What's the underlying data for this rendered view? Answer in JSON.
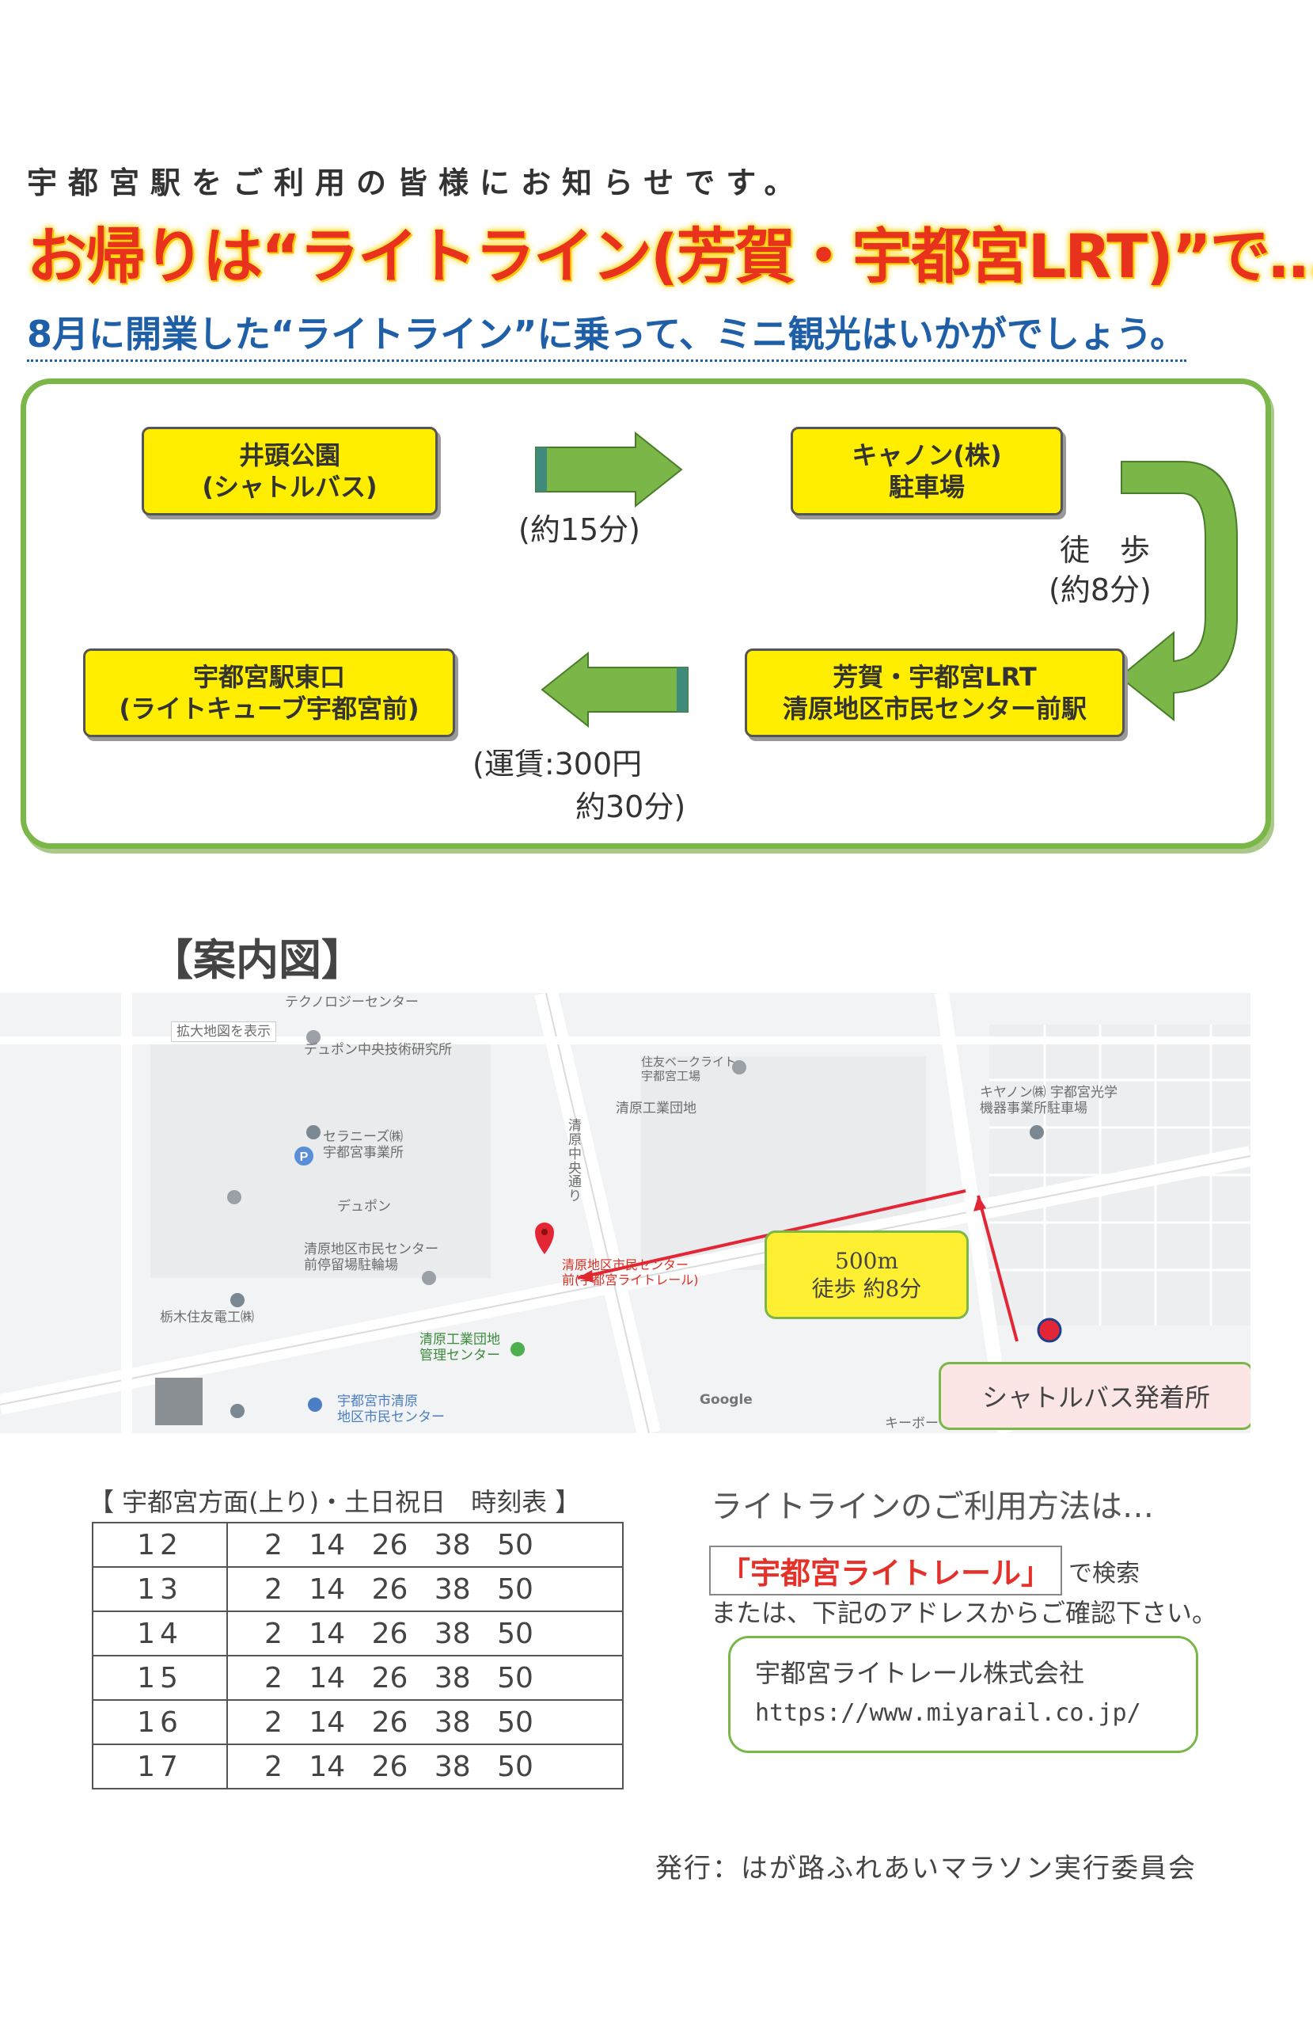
{
  "header": {
    "intro": "宇都宮駅をご利用の皆様にお知らせです。",
    "headline": "お帰りは“ライトライン(芳賀・宇都宮LRT)”で…",
    "subhead": "8月に開業した“ライトライン”に乗って、ミニ観光はいかがでしょう。"
  },
  "route": {
    "stations": [
      {
        "line1": "井頭公園",
        "line2": "(シャトルバス)"
      },
      {
        "line1": "キャノン(株)",
        "line2": "駐車場"
      },
      {
        "line1": "芳賀・宇都宮LRT",
        "line2": "清原地区市民センター前駅"
      },
      {
        "line1": "宇都宮駅東口",
        "line2": "(ライトキューブ宇都宮前)"
      }
    ],
    "leg1_time": "(約15分)",
    "leg2_mode": "徒　歩",
    "leg2_time": "(約8分)",
    "leg3_fare": "(運賃:300円",
    "leg3_time": "約30分)",
    "colors": {
      "arrow": "#7ab648",
      "station": "#ffee00",
      "border": "#7ab648"
    }
  },
  "map_section": {
    "title": "【案内図】",
    "map": {
      "labels": {
        "zoom": "拡大地図を表示",
        "dupont_lab": "デュポン中央技術研究所",
        "sumitomo_bakelite": "住友ベークライト\n宇都宮工場",
        "industrial_park": "清原工業団地",
        "canon_lot": "キヤノン㈱ 宇都宮光学\n機器事業所駐車場",
        "ceranese": "セラニーズ㈱\n宇都宮事業所",
        "dupont": "デュポン",
        "road": "清原中央通り",
        "bike_parking": "清原地区市民センター\n前停留場駐輪場",
        "lrt_stop": "清原地区市民センター\n前(宇都宮ライトレール)",
        "tochigi_sumitomo": "栃木住友電工㈱",
        "management_center": "清原工業団地\n管理センター",
        "civic_center": "宇都宮市清原\n地区市民センター",
        "google": "Google",
        "top_cut": "テクノロジーセンター",
        "keyboard": "キーボー"
      },
      "distance_box": {
        "line1": "500m",
        "line2": "徒歩 約8分"
      },
      "shuttle_label": "シャトルバス発着所"
    }
  },
  "timetable": {
    "title": "【 宇都宮方面(上り)・土日祝日　時刻表 】",
    "rows": [
      {
        "hour": "12",
        "minutes": "2 14 26 38 50"
      },
      {
        "hour": "13",
        "minutes": "2 14 26 38 50"
      },
      {
        "hour": "14",
        "minutes": "2 14 26 38 50"
      },
      {
        "hour": "15",
        "minutes": "2 14 26 38 50"
      },
      {
        "hour": "16",
        "minutes": "2 14 26 38 50"
      },
      {
        "hour": "17",
        "minutes": "2 14 26 38 50"
      }
    ]
  },
  "usage": {
    "title": "ライトラインのご利用方法は…",
    "search_term": "「宇都宮ライトレール」",
    "search_suffix": "で検索",
    "address_note": "または、下記のアドレスからご確認下さい。",
    "company": "宇都宮ライトレール株式会社",
    "url": "https://www.miyarail.co.jp/"
  },
  "footer": {
    "publisher": "発行：はが路ふれあいマラソン実行委員会"
  }
}
